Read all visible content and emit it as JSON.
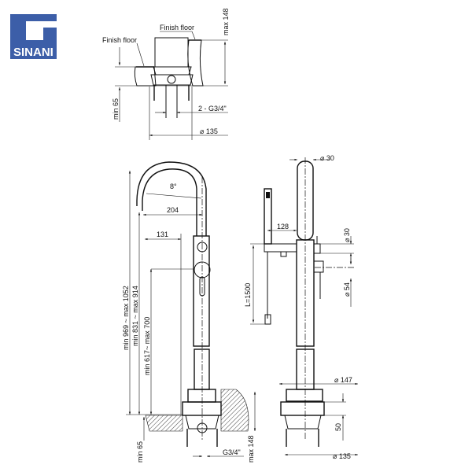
{
  "brand": {
    "name": "SINANI",
    "color": "#3c5ea8"
  },
  "top_detail": {
    "finish_floor_upper": "Finish floor",
    "finish_floor_lower": "Finish floor",
    "max_148": "max 148",
    "min_65": "min 65",
    "inlet": "2 - G3/4\"",
    "diameter_135": "⌀ 135"
  },
  "front_view": {
    "angle": "8°",
    "spout_reach": "204",
    "lever_offset": "131",
    "total_height": "min 969 ~ max 1052",
    "spout_height": "min 831 ~ max 914",
    "mixer_height": "min 617~ max 700",
    "min_65": "min 65",
    "inlet": "G3/4\"",
    "max_148": "max 148"
  },
  "side_view": {
    "column_diameter": "⌀ 30",
    "shower_offset": "128",
    "handle_diameter": "⌀ 30",
    "hose_length": "L=1500",
    "body_diameter": "⌀ 54",
    "base_diameter": "⌀ 147",
    "base_height": "50",
    "flange_diameter": "⌀ 135"
  }
}
